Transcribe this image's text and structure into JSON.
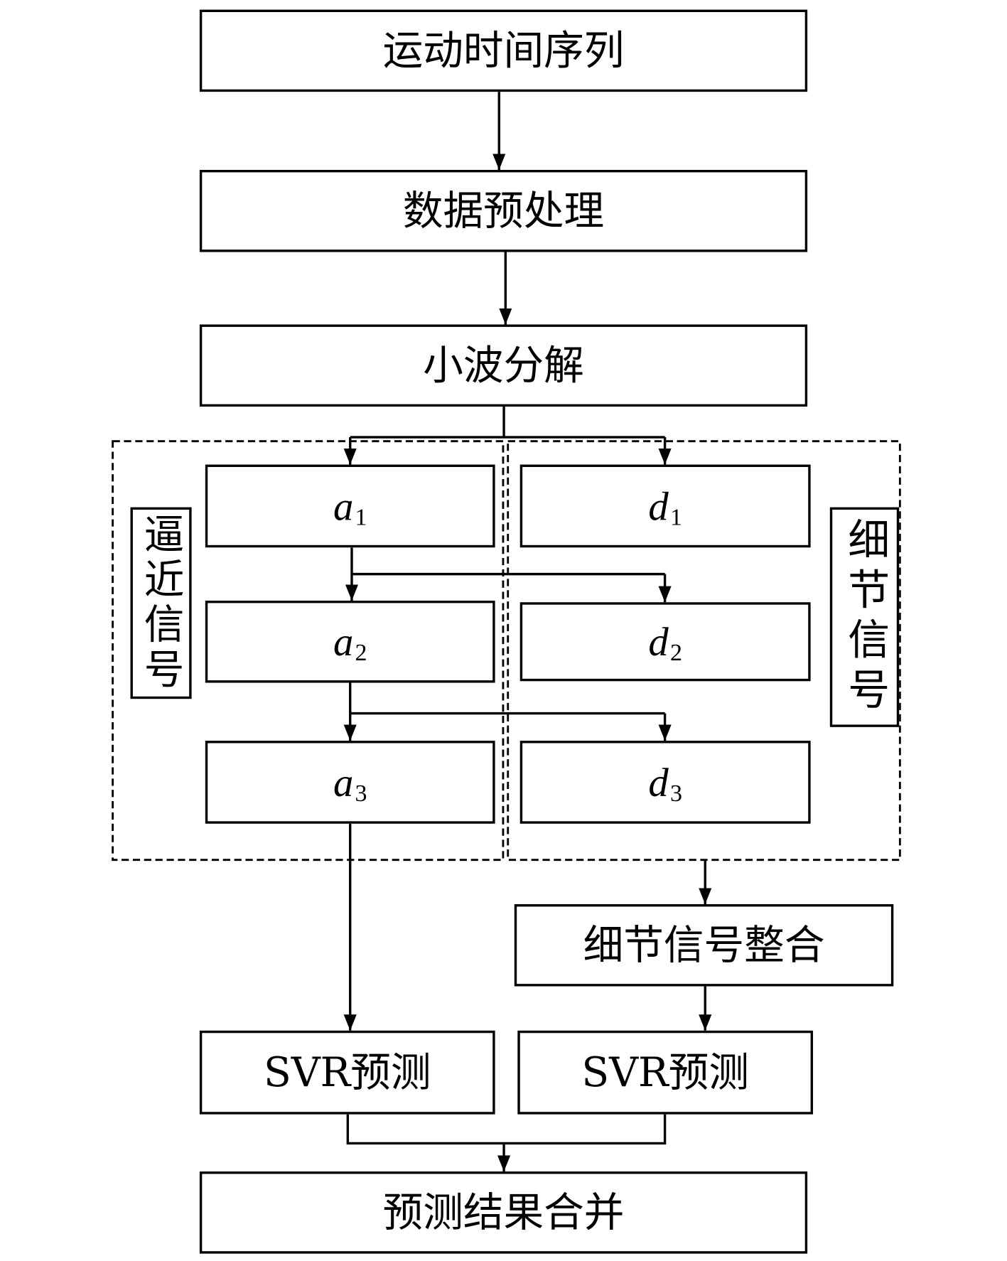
{
  "nodes": {
    "motion_series": "运动时间序列",
    "preprocess": "数据预处理",
    "wavelet": "小波分解",
    "a1": {
      "letter": "a",
      "sub": "1"
    },
    "a2": {
      "letter": "a",
      "sub": "2"
    },
    "a3": {
      "letter": "a",
      "sub": "3"
    },
    "d1": {
      "letter": "d",
      "sub": "1"
    },
    "d2": {
      "letter": "d",
      "sub": "2"
    },
    "d3": {
      "letter": "d",
      "sub": "3"
    },
    "detail_merge": "细节信号整合",
    "svr_left": "SVR预测",
    "svr_right": "SVR预测",
    "result": "预测结果合并"
  },
  "groups": {
    "approx_label": "逼近信号",
    "detail_label": "细节信号"
  },
  "colors": {
    "line": "#000000",
    "background": "#ffffff"
  }
}
